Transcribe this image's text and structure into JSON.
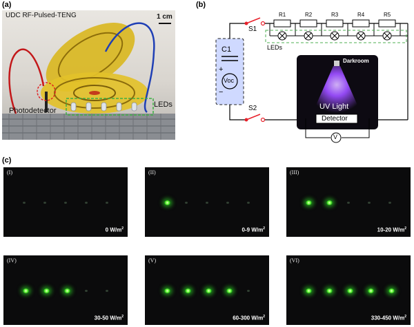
{
  "panels": {
    "a": "(a)",
    "b": "(b)",
    "c": "(c)"
  },
  "photo": {
    "title": "UDC RF-Pulsed-TENG",
    "scale": "1 cm",
    "photodetector": "Photodetector",
    "leds": "LEDs"
  },
  "circuit": {
    "s1": "S1",
    "s2": "S2",
    "c1": "C1",
    "voc": "Voc",
    "plus": "+",
    "minus": "−",
    "resistors": [
      "R1",
      "R2",
      "R3",
      "R4",
      "R5"
    ],
    "leds": "LEDs",
    "darkroom": "Darkroom",
    "uv": "UV Light",
    "detector": "Detector",
    "voltmeter": "V"
  },
  "tiles": [
    {
      "roman": "(I)",
      "range": "0 W/m",
      "sup": "2",
      "lit": 0
    },
    {
      "roman": "(II)",
      "range": "0-9 W/m",
      "sup": "2",
      "lit": 1
    },
    {
      "roman": "(III)",
      "range": "10-20 W/m",
      "sup": "2",
      "lit": 2
    },
    {
      "roman": "(IV)",
      "range": "30-50 W/m",
      "sup": "2",
      "lit": 3
    },
    {
      "roman": "(V)",
      "range": "60-300 W/m",
      "sup": "2",
      "lit": 4
    },
    {
      "roman": "(VI)",
      "range": "330-450 W/m",
      "sup": "2",
      "lit": 5
    }
  ],
  "colors": {
    "switch": "#e8202a",
    "capacitor_fill": "#cfd9ff",
    "led_box": "#4caf50",
    "uv": "#9a4dff",
    "led_glow": "#5cff3a"
  }
}
